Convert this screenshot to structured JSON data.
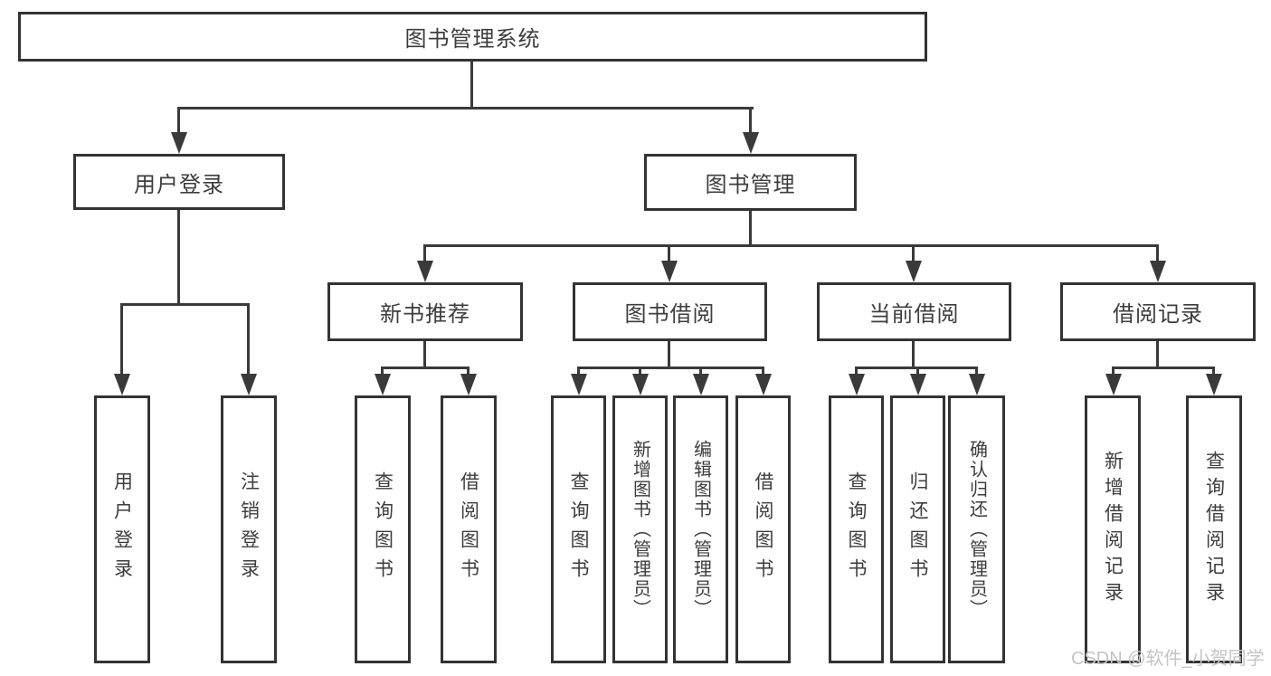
{
  "diagram_title": "图书管理系统",
  "tree": {
    "root": {
      "label": "图书管理系统",
      "children": [
        {
          "label": "用户登录",
          "children": [
            {
              "label": "用户登录"
            },
            {
              "label": "注销登录"
            }
          ]
        },
        {
          "label": "图书管理",
          "children": [
            {
              "label": "新书推荐",
              "children": [
                {
                  "label": "查询图书"
                },
                {
                  "label": "借阅图书"
                }
              ]
            },
            {
              "label": "图书借阅",
              "children": [
                {
                  "label": "查询图书"
                },
                {
                  "label": "新增图书（管理员）"
                },
                {
                  "label": "编辑图书（管理员）"
                },
                {
                  "label": "借阅图书"
                }
              ]
            },
            {
              "label": "当前借阅",
              "children": [
                {
                  "label": "查询图书"
                },
                {
                  "label": "归还图书"
                },
                {
                  "label": "确认归还（管理员）"
                }
              ]
            },
            {
              "label": "借阅记录",
              "children": [
                {
                  "label": "新增借阅记录"
                },
                {
                  "label": "查询借阅记录"
                }
              ]
            }
          ]
        }
      ]
    }
  },
  "watermark": {
    "text": "CSDN @软件_小贺同学"
  },
  "colors": {
    "line": "#3a3a3a",
    "border": "#333333",
    "text": "#3d3d3d",
    "watermark": "#c4c4c4",
    "background": "#ffffff"
  }
}
